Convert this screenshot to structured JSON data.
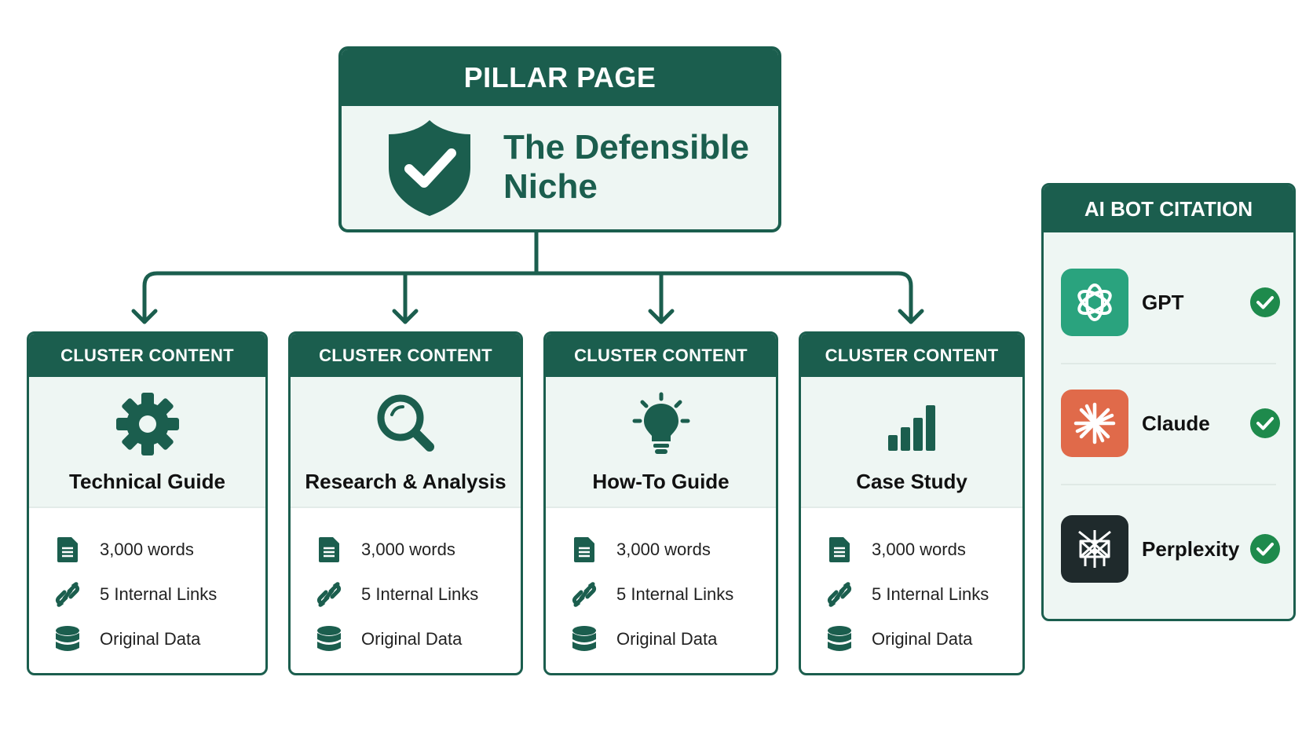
{
  "colors": {
    "primary": "#1b5e4e",
    "panel_bg": "#eef6f3",
    "check_green": "#1e8a4c",
    "gpt": "#2aa37e",
    "claude": "#e06a4a",
    "perplexity": "#1f2a2c"
  },
  "pillar": {
    "header": "PILLAR PAGE",
    "title_line1": "The Defensible",
    "title_line2": "Niche",
    "icon": "shield-check-icon"
  },
  "clusters": [
    {
      "header": "CLUSTER CONTENT",
      "title": "Technical Guide",
      "icon": "gear-icon",
      "items": [
        "3,000 words",
        "5 Internal Links",
        "Original Data"
      ]
    },
    {
      "header": "CLUSTER CONTENT",
      "title": "Research & Analysis",
      "icon": "magnifier-icon",
      "items": [
        "3,000 words",
        "5 Internal Links",
        "Original Data"
      ]
    },
    {
      "header": "CLUSTER CONTENT",
      "title": "How-To Guide",
      "icon": "lightbulb-icon",
      "items": [
        "3,000 words",
        "5 Internal Links",
        "Original Data"
      ]
    },
    {
      "header": "CLUSTER CONTENT",
      "title": "Case Study",
      "icon": "bar-chart-icon",
      "items": [
        "3,000 words",
        "5 Internal Links",
        "Original Data"
      ]
    }
  ],
  "item_icons": [
    "document-icon",
    "link-icon",
    "database-icon"
  ],
  "ai_panel": {
    "header": "AI BOT CITATION",
    "bots": [
      {
        "name": "GPT",
        "icon": "openai-icon",
        "cited": true
      },
      {
        "name": "Claude",
        "icon": "claude-icon",
        "cited": true
      },
      {
        "name": "Perplexity",
        "icon": "perplexity-icon",
        "cited": true
      }
    ]
  }
}
